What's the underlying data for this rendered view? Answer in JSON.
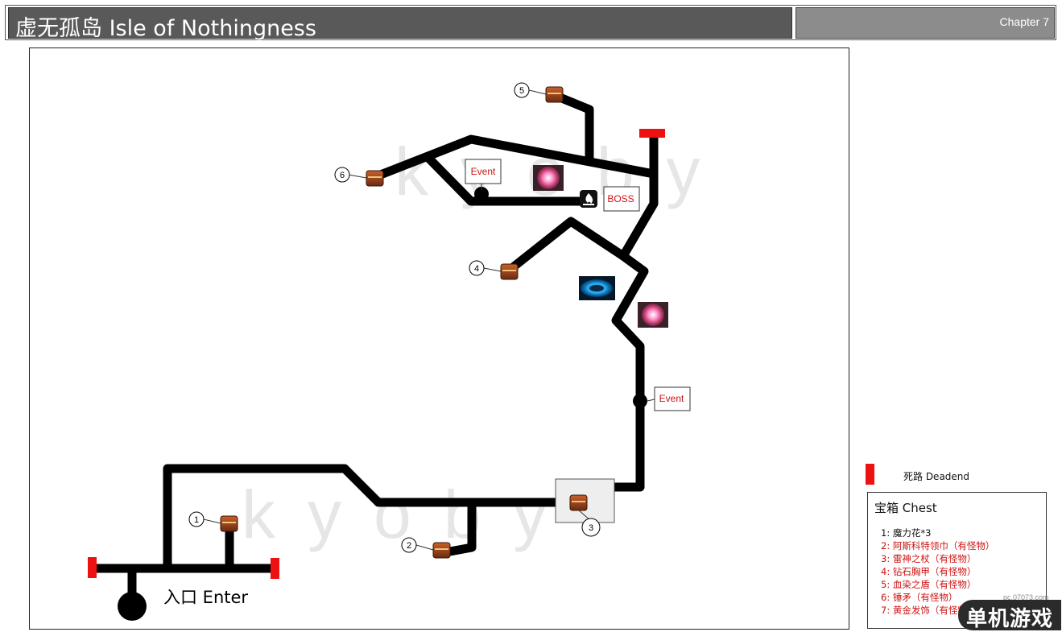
{
  "header": {
    "title": "虚无孤岛 Isle of Nothingness",
    "chapter": "Chapter 7"
  },
  "map": {
    "watermark": "kyoby",
    "entrance_label": "入口 Enter",
    "event_label": "Event",
    "boss_label": "BOSS",
    "chest_numbers": [
      "1",
      "2",
      "3",
      "4",
      "5",
      "6"
    ]
  },
  "legend": {
    "deadend": "死路 Deadend",
    "chest_title": "宝箱 Chest",
    "items": [
      "1: 魔力花*3",
      "2: 阿斯科特领巾（有怪物）",
      "3: 雷神之杖（有怪物）",
      "4: 钻石胸甲（有怪物）",
      "5: 血染之盾（有怪物）",
      "6: 锤矛（有怪物）",
      "7: 黄金发饰（有怪物）"
    ]
  },
  "site_watermark": {
    "name": "单机游戏",
    "url": "pc.07073.com"
  },
  "colors": {
    "path": "#000000",
    "deadend": "#ee1111",
    "label_red": "#cc1111",
    "title_bar": "#595959"
  }
}
